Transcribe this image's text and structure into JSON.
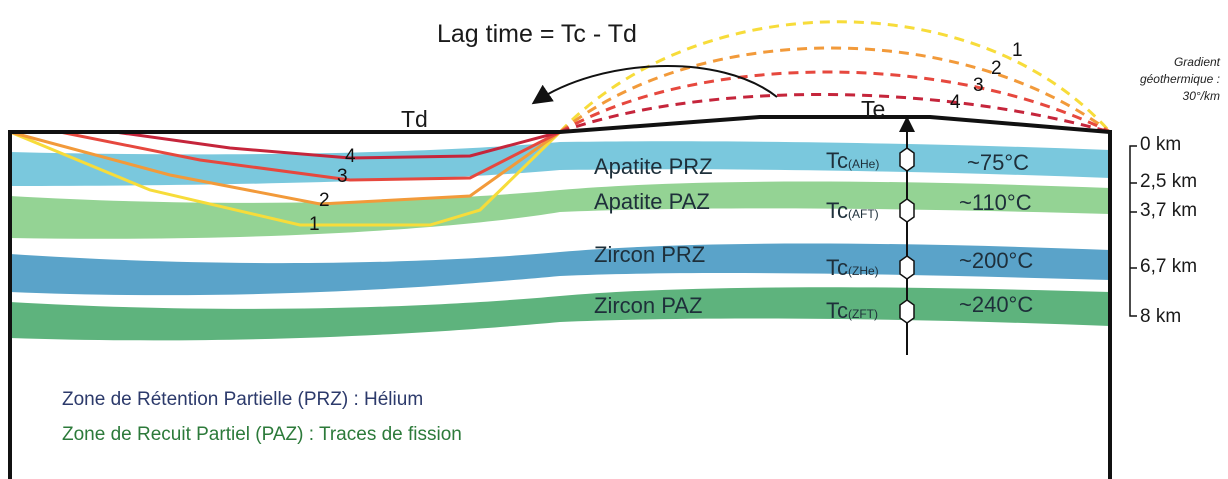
{
  "lag_time": "Lag time = Tc - Td",
  "td_label": "Td",
  "te_label": "Te",
  "gradient": {
    "line1": "Gradient",
    "line2": "géothermique :",
    "line3": "30°/km"
  },
  "layers": {
    "apatite_prz": {
      "name": "Apatite PRZ",
      "color": "#7ac8dd",
      "tc": "Tc",
      "tc_sub": "(AHe)",
      "temp": "~75°C"
    },
    "apatite_paz": {
      "name": "Apatite PAZ",
      "color": "#94d394",
      "tc": "Tc",
      "tc_sub": "(AFT)",
      "temp": "~110°C"
    },
    "zircon_prz": {
      "name": "Zircon PRZ",
      "color": "#5aa3c9",
      "tc": "Tc",
      "tc_sub": "(ZHe)",
      "temp": "~200°C"
    },
    "zircon_paz": {
      "name": "Zircon PAZ",
      "color": "#5eb37d",
      "tc": "Tc",
      "tc_sub": "(ZFT)",
      "temp": "~240°C"
    }
  },
  "depth_scale": [
    "0 km",
    "2,5 km",
    "3,7 km",
    "6,7 km",
    "8 km"
  ],
  "curves": [
    {
      "num": "1",
      "color": "#f7dc3a"
    },
    {
      "num": "2",
      "color": "#f29a3a"
    },
    {
      "num": "3",
      "color": "#e6483e"
    },
    {
      "num": "4",
      "color": "#c5253b"
    }
  ],
  "legend": {
    "prz": "Zone de Rétention Partielle (PRZ) : Hélium",
    "prz_color": "#2c3a6b",
    "paz": "Zone de Recuit Partiel (PAZ) : Traces de fission",
    "paz_color": "#2c7a3a"
  }
}
